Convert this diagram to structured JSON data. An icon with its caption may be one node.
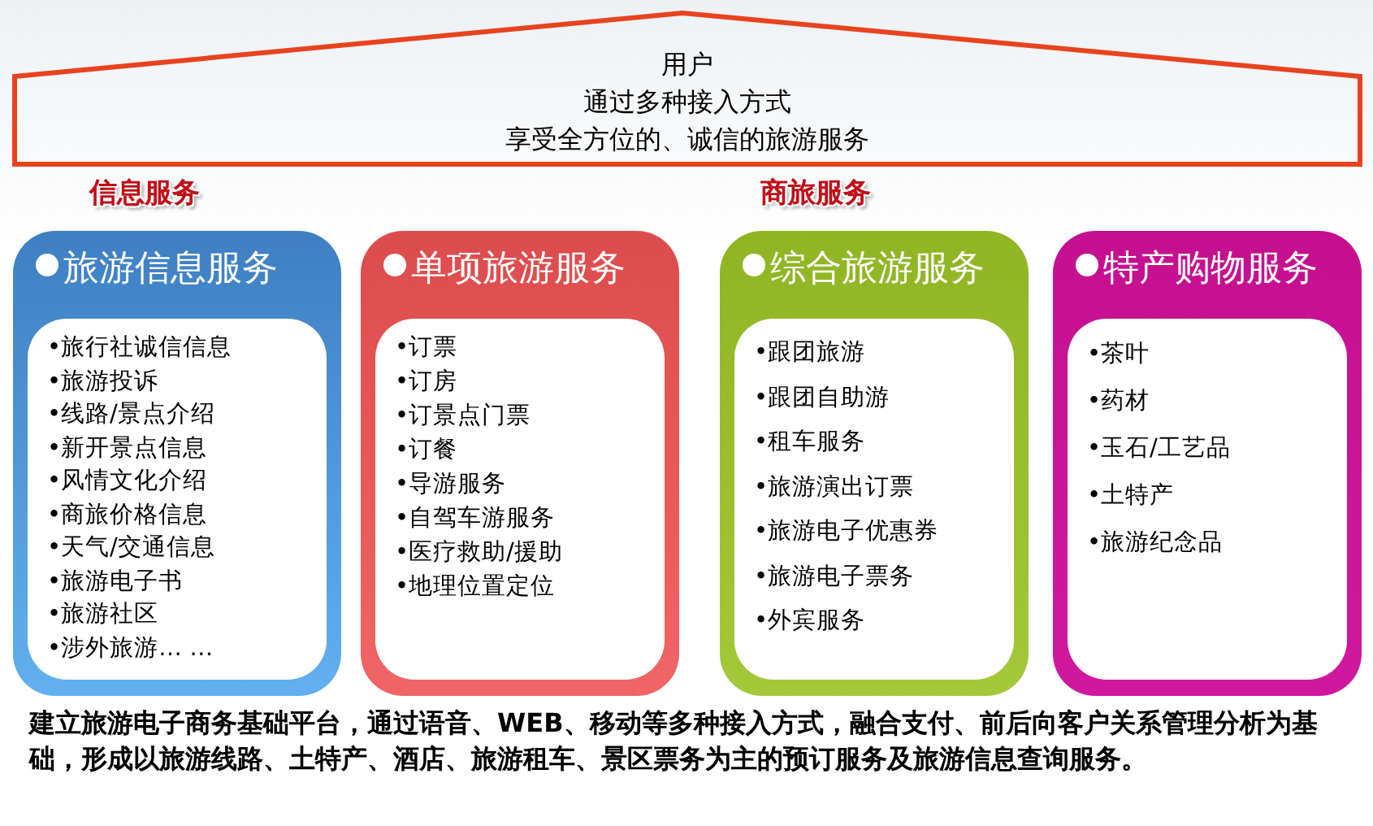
{
  "diagram": {
    "caption": "建立旅游电子商务基础平台，通过语音、WEB、移动等多种接入方式，融合支付、前后向客户关系管理分析为基础，形成以旅游线路、土特产、酒店、旅游租车、景区票务为主的预订服务及旅游信息查询服务。",
    "nodes": [
      {
        "text": [
          "用户",
          "通过多种接入方式",
          "享受全方位的、诚信的旅游服务"
        ]
      },
      {
        "text": [
          "旅游信息服务"
        ]
      },
      {
        "text": [
          "•旅行社诚信信息",
          "•旅游投诉",
          "•线路/景点介绍",
          "•新开景点信息",
          "•风情文化介绍",
          "•商旅价格信息",
          "•天气/交通信息",
          "•旅游电子书",
          "•旅游社区",
          "•涉外旅游… …"
        ],
        "in": 1
      },
      {
        "text": [
          "单项旅游服务"
        ]
      },
      {
        "text": [
          "•订票",
          "•订房",
          "•订景点门票",
          "•订餐",
          "•导游服务",
          "•自驾车游服务",
          "•医疗救助/援助",
          "•地理位置定位"
        ],
        "in": 3
      },
      {
        "text": [
          "综合旅游服务"
        ]
      },
      {
        "text": [
          "•跟团旅游",
          "•跟团自助游",
          "•租车服务",
          "•旅游演出订票",
          "•旅游电子优惠券",
          "•旅游电子票务",
          "•外宾服务"
        ],
        "in": 5
      },
      {
        "text": [
          "特产购物服务"
        ]
      },
      {
        "text": [
          "•茶叶",
          "•药材",
          "•玉石/工艺品",
          "•土特产",
          "•旅游纪念品"
        ],
        "in": 7
      }
    ],
    "edges": [],
    "labels": [
      "信息服务",
      "商旅服务"
    ]
  }
}
